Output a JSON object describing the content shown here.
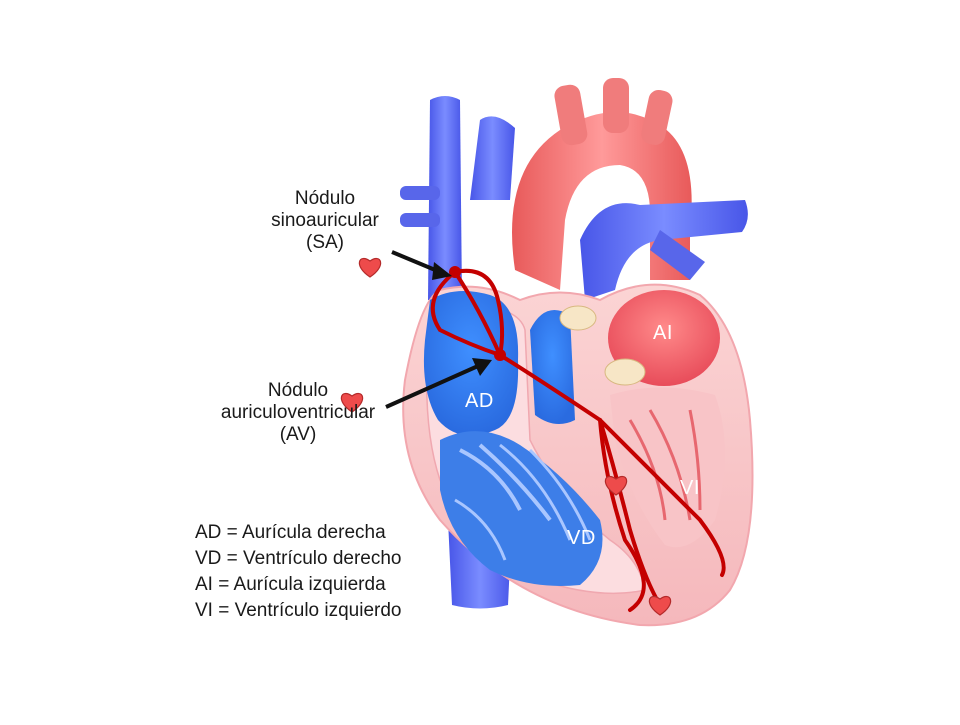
{
  "annotations": {
    "sa_node": [
      "Nódulo",
      "sinoauricular",
      "(SA)"
    ],
    "av_node": [
      "Nódulo",
      "auriculoventricular",
      "(AV)"
    ]
  },
  "chambers": {
    "ad": "AD",
    "vd": "VD",
    "ai": "AI",
    "vi": "VI"
  },
  "legend": [
    "AD = Aurícula derecha",
    "VD = Ventrículo derecho",
    "AI = Aurícula izquierda",
    "VI = Ventrículo izquierdo"
  ],
  "colors": {
    "deoxygenated": "#5b6ef0",
    "oxygenated": "#f07c7c",
    "conduction": "#c00000",
    "heart_marker": "#ee4b4b"
  }
}
